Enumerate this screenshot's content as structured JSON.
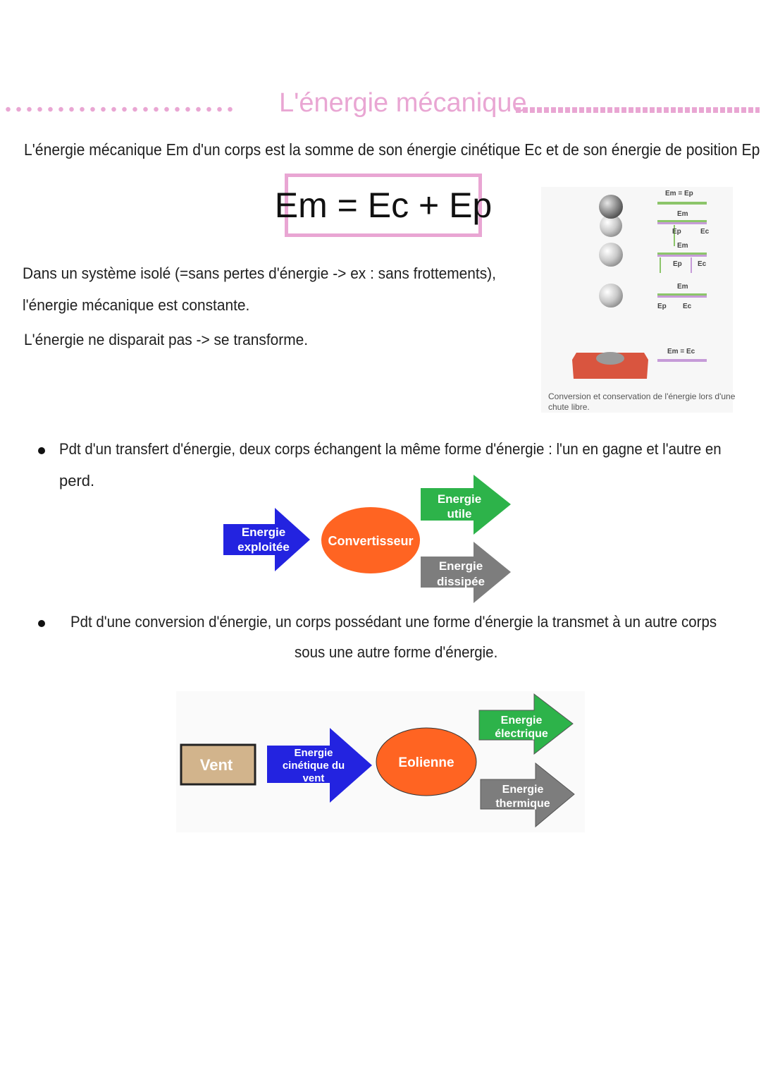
{
  "title": "L'énergie mécanique",
  "definition": "L'énergie mécanique Em d'un corps est la somme de son énergie cinétique Ec et de son énergie de position Ep.",
  "formula": "Em = Ec + Ep",
  "isolated_line1": "Dans un système isolé (=sans pertes d'énergie -> ex : sans frottements),",
  "isolated_line2": "l'énergie mécanique est constante.",
  "transform_line": "L'énergie ne disparait pas -> se transforme.",
  "figure": {
    "labels": [
      "Em = Ep",
      "Em",
      "Ep",
      "Ec",
      "Em",
      "Ep",
      "Ec",
      "Em",
      "Ep",
      "Ec",
      "Em = Ec"
    ],
    "caption": "Conversion et conservation de l'énergie lors d'une chute libre."
  },
  "bullet1": {
    "line1": "Pdt d'un transfert d'énergie, deux corps échangent la même forme d'énergie : l'un en gagne et l'autre en",
    "line2": "perd."
  },
  "diagram1": {
    "input": [
      "Energie",
      "exploitée"
    ],
    "converter": "Convertisseur",
    "useful": [
      "Energie",
      "utile"
    ],
    "dissipated": [
      "Energie",
      "dissipée"
    ]
  },
  "bullet2": {
    "line1": "Pdt d'une conversion d'énergie, un corps possédant une forme d'énergie la transmet à un autre corps",
    "line2": "sous une autre forme d'énergie."
  },
  "diagram2": {
    "source": "Vent",
    "input": [
      "Energie",
      "cinétique du",
      "vent"
    ],
    "converter": "Eolienne",
    "output1": [
      "Energie",
      "électrique"
    ],
    "output2": [
      "Energie",
      "thermique"
    ]
  },
  "colors": {
    "accent_pink": "#e9a6d3",
    "blue": "#2323e0",
    "orange": "#ff6422",
    "green": "#2db34a",
    "gray": "#7d7d7d",
    "tan": "#d2b48c"
  }
}
